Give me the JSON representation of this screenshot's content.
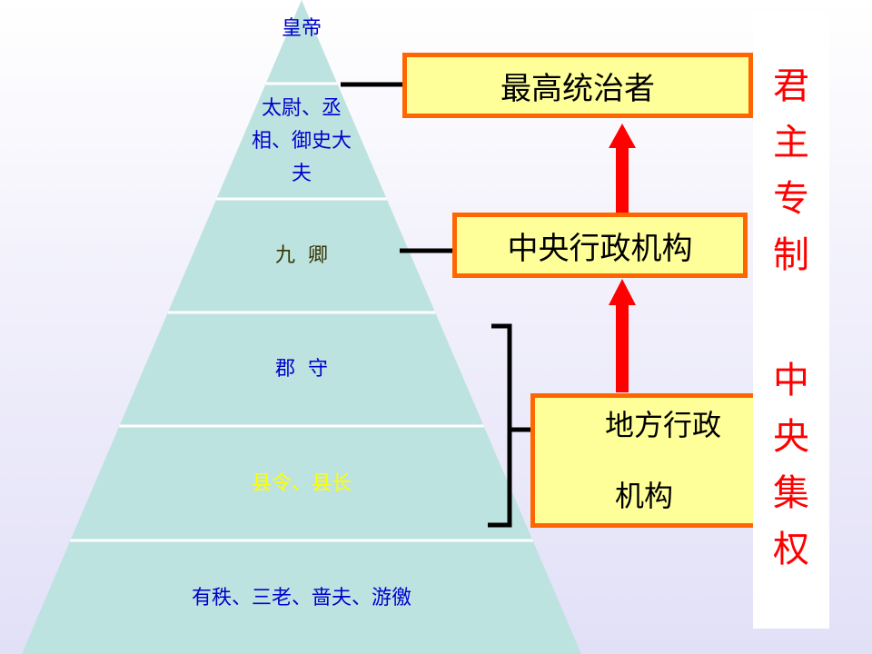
{
  "pyramid": {
    "tiers": [
      {
        "label": "皇帝",
        "color": "#0000cc"
      },
      {
        "label": "太尉、丞相、御史大夫",
        "color": "#0000cc"
      },
      {
        "label": "九  卿",
        "color": "#333300"
      },
      {
        "label": "郡  守",
        "color": "#0000cc"
      },
      {
        "label": "县令、县长",
        "color": "#ffff00"
      },
      {
        "label": "有秩、三老、啬夫、游徼",
        "color": "#0000cc"
      }
    ],
    "fill": "#bde3e0",
    "divider": "#ffffff"
  },
  "boxes": {
    "supreme": "最高统治者",
    "central": "中央行政机构",
    "local_line1": "地方行政",
    "local_line2": "机构"
  },
  "side": {
    "top": "君主专制",
    "bottom": "中央集权"
  },
  "colors": {
    "box_fill": "#ffff99",
    "box_border": "#ff6600",
    "arrow": "#ff0000",
    "connector": "#000000",
    "side_text": "#ff0000"
  }
}
